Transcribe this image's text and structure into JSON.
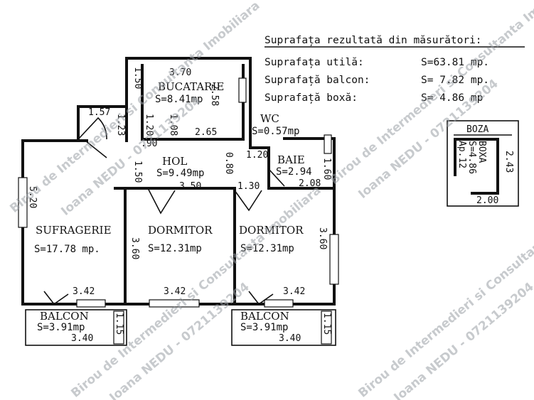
{
  "summary": {
    "title": "Suprafața rezultată din măsurători:",
    "rows": [
      {
        "label": "Suprafața utilă:",
        "value": "S=63.81 mp."
      },
      {
        "label": "Suprafață balcon:",
        "value": "S= 7.82 mp."
      },
      {
        "label": "Suprafață boxă:",
        "value": "S= 4.86 mp"
      }
    ]
  },
  "rooms": {
    "bucatarie": {
      "name": "BUCATARIE",
      "area": "S=8.41mp"
    },
    "hol": {
      "name": "HOL",
      "area": "S=9.49mp"
    },
    "wc": {
      "name": "WC",
      "area": "S=0.57mp"
    },
    "baie": {
      "name": "BAIE",
      "area": "S=2.94"
    },
    "sufragerie": {
      "name": "SUFRAGERIE",
      "area": "S=17.78 mp."
    },
    "dormitor1": {
      "name": "DORMITOR",
      "area": "S=12.31mp"
    },
    "dormitor2": {
      "name": "DORMITOR",
      "area": "S=12.31mp"
    },
    "balcon1": {
      "name": "BALCON",
      "area": "S=3.91mp"
    },
    "balcon2": {
      "name": "BALCON",
      "area": "S=3.91mp"
    }
  },
  "dims": {
    "kitchen_top": "3.70",
    "kitchen_left": "1.50",
    "kitchen_right": "2.58",
    "kitchen_bottom": "2.65",
    "kitchen_inner": "1.08",
    "door_157": "1.57",
    "d_123": "1.23",
    "d_120": "1.20",
    "d_90": ".90",
    "hol_left": "1.50",
    "hol_bottom": "3.50",
    "hol_right": "1.30",
    "d_080": "0.80",
    "d_120b": "1.20",
    "d_160": "1.60",
    "baie_bottom": "2.08",
    "sufragerie_left": "5.20",
    "sufragerie_bottom": "3.42",
    "dorm1_left": "3.60",
    "dorm1_bottom": "3.42",
    "dorm2_right": "3.60",
    "dorm2_bottom": "3.42",
    "balcon1_right": "1.15",
    "balcon1_bottom": "3.40",
    "balcon2_right": "1.15",
    "balcon2_bottom": "3.40"
  },
  "boza": {
    "title": "BOZA",
    "text1": "BOXA",
    "text2": "S=4.86",
    "text3": "Ap.12",
    "dim_side": "2.43",
    "dim_bottom": "2.00"
  },
  "watermark": {
    "line1": "Birou de Intermedieri si Consultanta Imobiliara",
    "line2": "Ioana NEDU - 0721139204"
  }
}
